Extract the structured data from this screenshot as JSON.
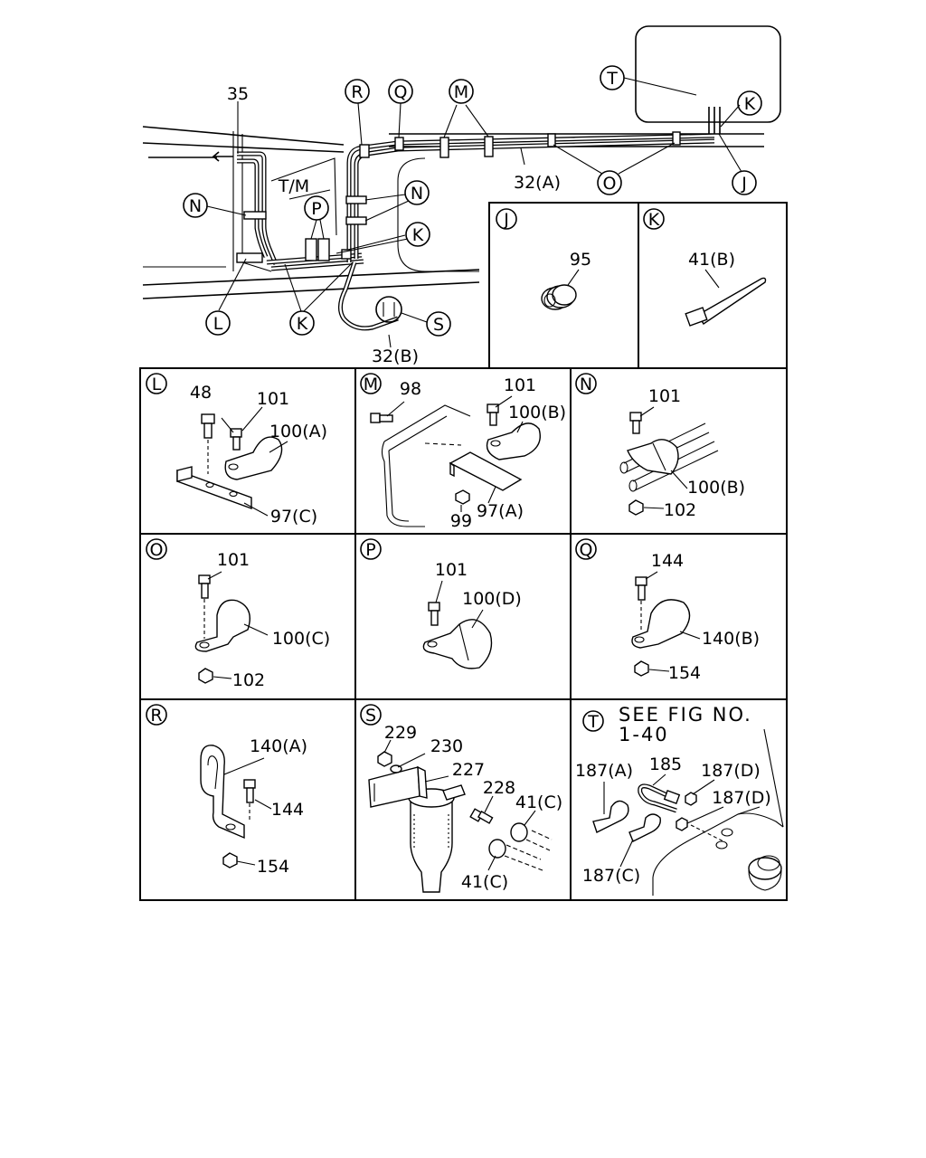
{
  "main": {
    "callouts": {
      "35": "35",
      "R": "R",
      "Q": "Q",
      "M": "M",
      "T": "T",
      "K": "K",
      "N": "N",
      "P": "P",
      "L": "L",
      "S": "S",
      "O": "O",
      "J": "J",
      "tm": "T/M",
      "p32a": "32(A)",
      "p32b": "32(B)"
    }
  },
  "panels": {
    "J": {
      "letter": "J",
      "parts": [
        "95"
      ]
    },
    "K": {
      "letter": "K",
      "parts": [
        "41(B)"
      ]
    },
    "L": {
      "letter": "L",
      "parts": [
        "48",
        "101",
        "100(A)",
        "97(C)"
      ]
    },
    "M": {
      "letter": "M",
      "parts": [
        "98",
        "101",
        "100(B)",
        "99",
        "97(A)"
      ]
    },
    "N": {
      "letter": "N",
      "parts": [
        "101",
        "100(B)",
        "102"
      ]
    },
    "O": {
      "letter": "O",
      "parts": [
        "101",
        "100(C)",
        "102"
      ]
    },
    "P": {
      "letter": "P",
      "parts": [
        "101",
        "100(D)"
      ]
    },
    "Q": {
      "letter": "Q",
      "parts": [
        "144",
        "140(B)",
        "154"
      ]
    },
    "R": {
      "letter": "R",
      "parts": [
        "140(A)",
        "144",
        "154"
      ]
    },
    "S": {
      "letter": "S",
      "parts": [
        "229",
        "230",
        "227",
        "228",
        "41(C)",
        "41(C)"
      ]
    },
    "T": {
      "letter": "T",
      "see_line1": "SEE FIG NO.",
      "see_line2": "1-40",
      "parts": [
        "187(A)",
        "185",
        "187(D)",
        "187(D)",
        "187(C)"
      ]
    }
  }
}
